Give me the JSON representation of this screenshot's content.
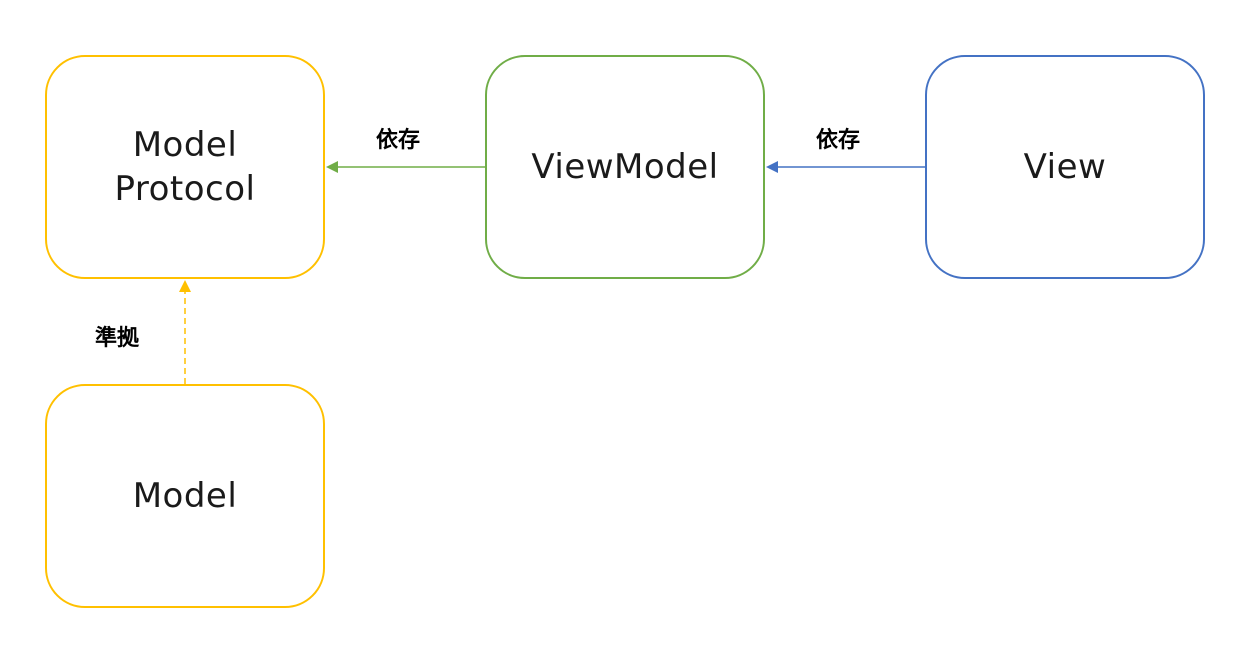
{
  "nodes": {
    "model_protocol": {
      "lines": [
        "Model",
        "Protocol"
      ],
      "color": "#ffc000"
    },
    "viewmodel": {
      "label": "ViewModel",
      "color": "#70ad47"
    },
    "view": {
      "label": "View",
      "color": "#4472c4"
    },
    "model": {
      "label": "Model",
      "color": "#ffc000"
    }
  },
  "edges": {
    "viewmodel_to_model_protocol": {
      "label": "依存",
      "style": "solid",
      "color": "#70ad47"
    },
    "view_to_viewmodel": {
      "label": "依存",
      "style": "solid",
      "color": "#4472c4"
    },
    "model_to_model_protocol": {
      "label": "準拠",
      "style": "dashed",
      "color": "#ffc000"
    }
  }
}
